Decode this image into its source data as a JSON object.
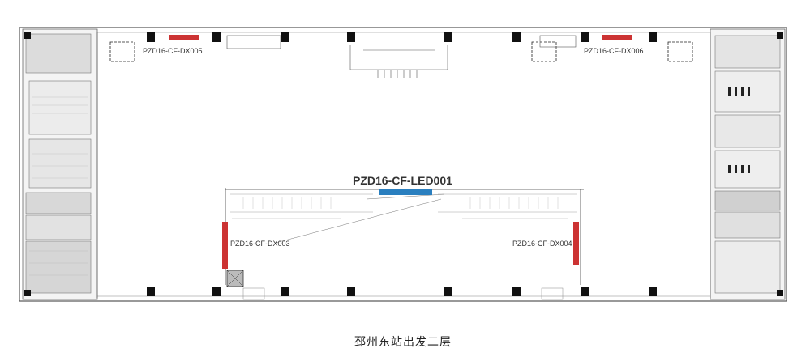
{
  "plan": {
    "caption": "邳州东站出发二层",
    "main_led_label": "PZD16-CF-LED001",
    "screens": [
      {
        "id": "dx005",
        "label": "PZD16-CF-DX005",
        "color": "#cc3333"
      },
      {
        "id": "dx006",
        "label": "PZD16-CF-DX006",
        "color": "#cc3333"
      },
      {
        "id": "dx003",
        "label": "PZD16-CF-DX003",
        "color": "#cc3333"
      },
      {
        "id": "dx004",
        "label": "PZD16-CF-DX004",
        "color": "#cc3333"
      },
      {
        "id": "led001",
        "label": "PZD16-CF-LED001",
        "color": "#2a7fbf"
      }
    ]
  }
}
